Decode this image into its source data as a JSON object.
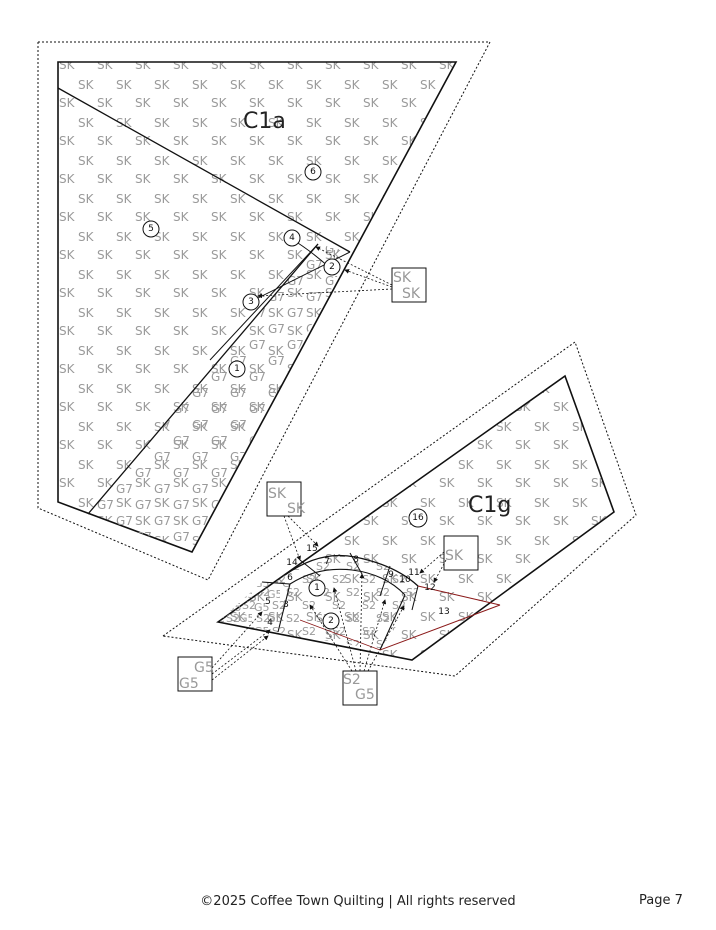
{
  "pieces": {
    "c1a": {
      "label": "C1a",
      "fabric_fill": "SK",
      "band_fill": "G7"
    },
    "c1g": {
      "label": "C1g",
      "fabric_fill": "SK",
      "center_fill": "S2",
      "side_fill": "G5"
    }
  },
  "c1a_sections": [
    "1",
    "2",
    "3",
    "4",
    "5",
    "6"
  ],
  "c1g_sections": [
    "1",
    "2",
    "3",
    "4",
    "5",
    "6",
    "7",
    "8",
    "9",
    "10",
    "11",
    "12",
    "13",
    "14",
    "15",
    "16"
  ],
  "fabric_keys": {
    "c1a_key": [
      "SK",
      "SK"
    ],
    "c1g_top_key": [
      "SK",
      "SK"
    ],
    "c1g_right_key": [
      "SK"
    ],
    "c1g_left_key": [
      "G5",
      "G5"
    ],
    "c1g_bottom_key": [
      "G5",
      "S2"
    ]
  },
  "footer": {
    "copyright": "©2025 Coffee Town Quilting | All rights reserved",
    "page": "Page 7"
  },
  "colors": {
    "fabric_text": "#9a9a9a",
    "outline": "#111111",
    "seam_red": "#8b1a1a"
  }
}
